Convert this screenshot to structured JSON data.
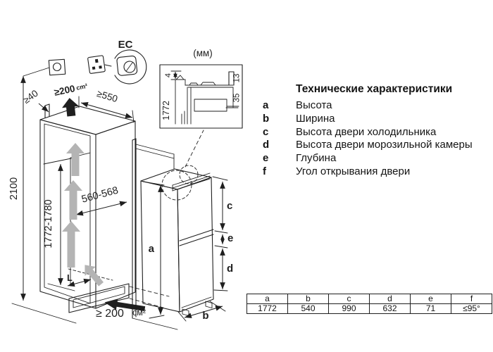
{
  "title_block": {
    "ec_label": "EC",
    "units_label": "(мм)"
  },
  "installation_dims": {
    "total_height": "2100",
    "niche_height": "1772-1780",
    "niche_width": "560-568",
    "rear_gap": "≥40",
    "top_vent": "≥200",
    "top_vent_unit": "cm²",
    "depth": "≥550",
    "bottom_vent": "≥ 200",
    "bottom_vent_unit": "см²",
    "plinth_dim": "L"
  },
  "detail_dims": {
    "seal_gap": "4",
    "height": "1772",
    "top_offset": "13",
    "panel_overlap": "35"
  },
  "dim_letters": {
    "a": "a",
    "b": "b",
    "c": "c",
    "d": "d",
    "e": "e"
  },
  "specs": {
    "title": "Технические характеристики",
    "items": [
      {
        "key": "a",
        "label": "Высота"
      },
      {
        "key": "b",
        "label": "Ширина"
      },
      {
        "key": "c",
        "label": "Высота двери холодильника"
      },
      {
        "key": "d",
        "label": "Высота двери морозильной камеры"
      },
      {
        "key": "e",
        "label": "Глубина"
      },
      {
        "key": "f",
        "label": "Угол открывания двери"
      }
    ]
  },
  "table": {
    "headers": [
      "a",
      "b",
      "c",
      "d",
      "e",
      "f"
    ],
    "values": [
      "1772",
      "540",
      "990",
      "632",
      "71",
      "≤95°"
    ]
  },
  "colors": {
    "line": "#1f1f1f",
    "gray_arrow": "#b4b4b4",
    "background": "#ffffff"
  }
}
